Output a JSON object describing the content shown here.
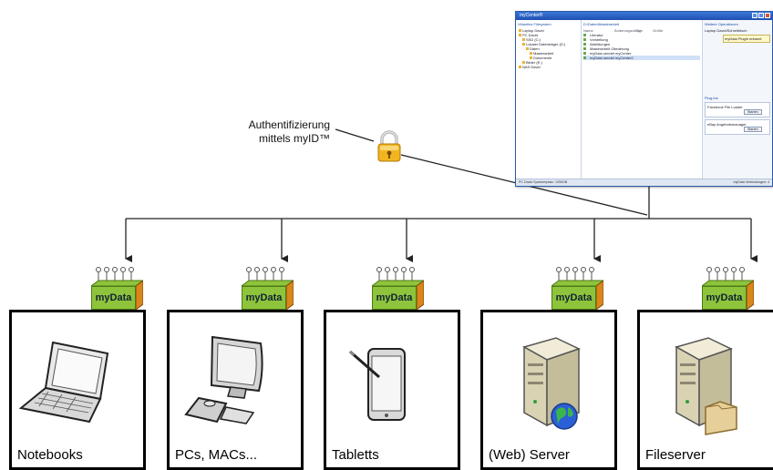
{
  "auth": {
    "line1": "Authentifizierung",
    "line2": "mittels myID™",
    "icon": "padlock-icon"
  },
  "app_window": {
    "title": "myCenter®",
    "left_header": "Virtuelles Filesystem",
    "tree": [
      "Laptop David",
      "PC David",
      "SSD (C:)",
      "Lokaler Datenträger (D:)",
      "Daten",
      "Masterarbeit",
      "Dokumente",
      "Bilder (E:)",
      "NAS David"
    ],
    "mid_header": "D:\\Daten\\Masterarbeit",
    "columns": [
      "Name",
      "Änderungsdatum",
      "Typ",
      "Größe"
    ],
    "files": [
      "Literatur",
      "Vorstellung",
      "Abbildungen",
      "Masterarbeit Gliederung",
      "myData sendet myCenter",
      "myData sendet myCenter2"
    ],
    "right_header": "Weitere Operationen",
    "right_text": "Laptop David/Schreibtisch",
    "tooltip": "myData Plugin erkannt",
    "plugin_header": "Plug-Ins",
    "plugin_item1": "Facebook File Loader",
    "plugin_item2": "eBay Angebotsmanager",
    "button1": "Starten",
    "button2": "Starten",
    "status_left": "PC David Speicherplatz: 1250GB",
    "status_right": "myData Verbindungen: 4"
  },
  "devices": [
    {
      "label": "Notebooks",
      "icon": "laptop-icon",
      "plugin": "myData"
    },
    {
      "label": "PCs, MACs...",
      "icon": "desktop-computer-icon",
      "plugin": "myData"
    },
    {
      "label": "Tabletts",
      "icon": "tablet-icon",
      "plugin": "myData"
    },
    {
      "label": "(Web) Server",
      "icon": "web-server-icon",
      "plugin": "myData"
    },
    {
      "label": "Fileserver",
      "icon": "file-server-icon",
      "plugin": "myData"
    }
  ],
  "colors": {
    "mydata_green": "#8ec43c",
    "mydata_orange": "#d9861a",
    "window_blue": "#2b5aa8"
  }
}
